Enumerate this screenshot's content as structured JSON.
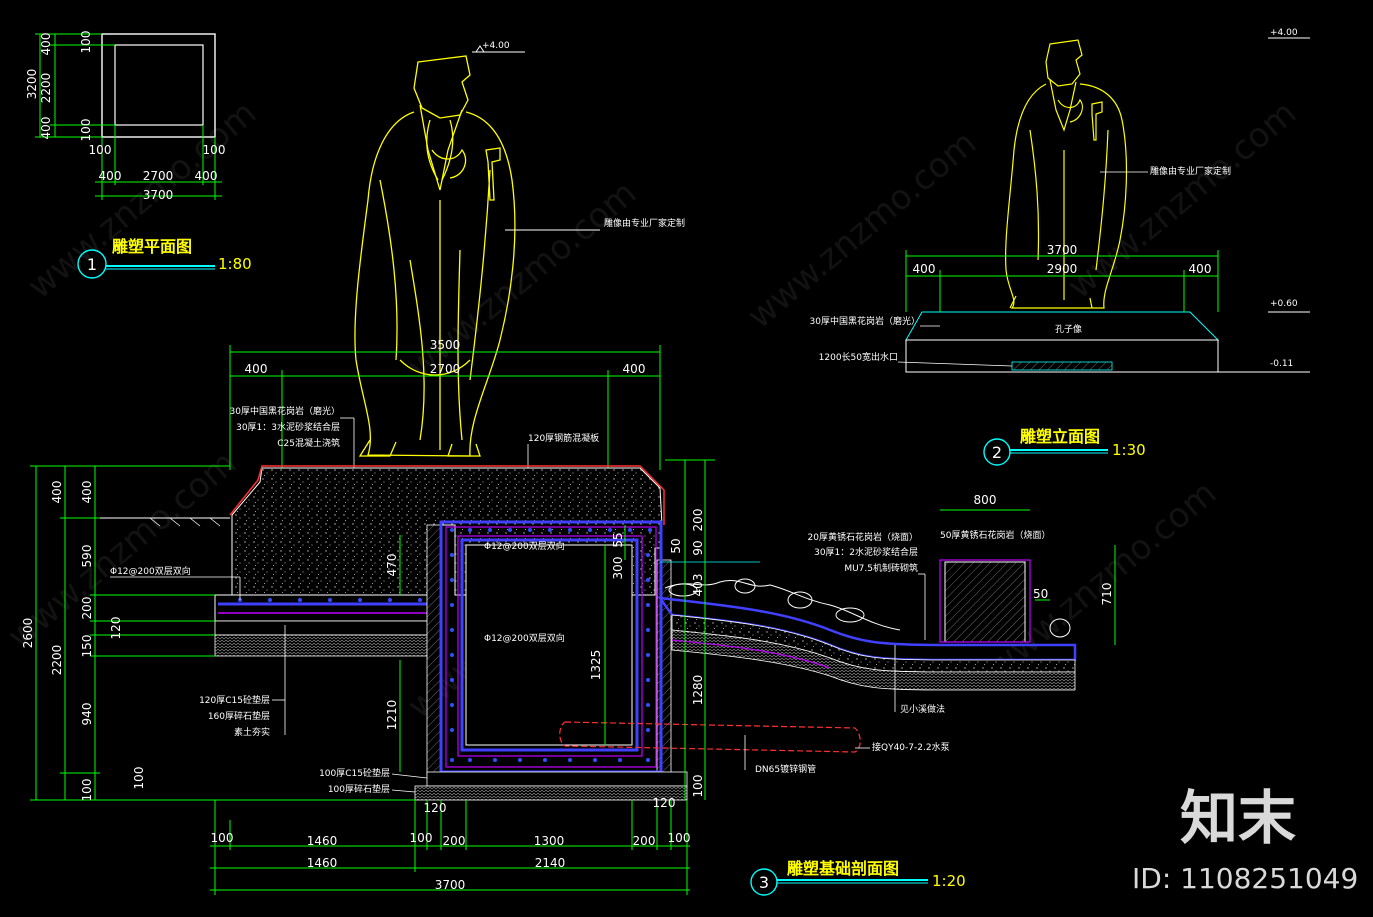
{
  "drawing": {
    "plan": {
      "title": "雕塑平面图",
      "number": "1",
      "scale": "1:80",
      "left_dims": [
        "3200",
        "400",
        "2200",
        "400"
      ],
      "right_dims": [
        "100",
        "100"
      ],
      "bottom_dims": [
        "100",
        "100",
        "400",
        "2700",
        "400",
        "3700"
      ]
    },
    "elevation": {
      "title": "雕塑立面图",
      "number": "2",
      "scale": "1:30",
      "level_top": "+4.00",
      "level_mid": "+0.60",
      "level_low": "-0.11",
      "statue_note": "雕像由专业厂家定制",
      "granite_note": "30厚中国黑花岗岩（磨光）",
      "drain_note": "1200长50宽出水口",
      "dims": [
        "3700",
        "400",
        "2900",
        "400"
      ]
    },
    "section": {
      "title": "雕塑基础剖面图",
      "number": "3",
      "scale": "1:20",
      "level_top": "+4.00",
      "statue_note": "雕像由专业厂家定制",
      "top_dims": [
        "3500",
        "400",
        "2700",
        "400"
      ],
      "layer_notes": [
        "30厚中国黑花岗岩（磨光）",
        "30厚1：3水泥砂浆结合层",
        "C25混凝土浇筑"
      ],
      "slab_note": "120厚钢筋混凝板",
      "rebar_left": "Φ12@200双层双向",
      "rebar_top": "Φ12@200双层双向",
      "rebar_mid": "Φ12@200双层双向",
      "stream_notes": [
        "20厚黄锈石花岗岩（烧面）",
        "30厚1：2水泥砂浆结合层",
        "MU7.5机制砖砌筑"
      ],
      "wall_note": "50厚黄锈石花岗岩（烧面）",
      "wall_width": "800",
      "base_notes": [
        "120厚C15砼垫层",
        "160厚碎石垫层",
        "素土夯实"
      ],
      "bottom_notes": [
        "100厚C15砼垫层",
        "100厚碎石垫层"
      ],
      "creek_note": "见小溪做法",
      "pipe_note": "DN65镀锌钢管",
      "pump_note": "接QY40-7-2.2水泵",
      "left_dims": [
        "2600",
        "2200",
        "400",
        "590",
        "200",
        "150",
        "940",
        "100",
        "400",
        "120",
        "100"
      ],
      "inner_dims": [
        "470",
        "300",
        "55",
        "1325",
        "1210",
        "200",
        "50",
        "90",
        "403",
        "1280",
        "100",
        "50",
        "710"
      ],
      "bottom_dims": [
        "100",
        "1460",
        "100",
        "200",
        "1300",
        "200",
        "100",
        "1460",
        "2140",
        "3700",
        "120",
        "120"
      ]
    },
    "watermark": {
      "text": "www.znzmo.com",
      "logo": "知末",
      "id": "ID: 1108251049"
    }
  }
}
